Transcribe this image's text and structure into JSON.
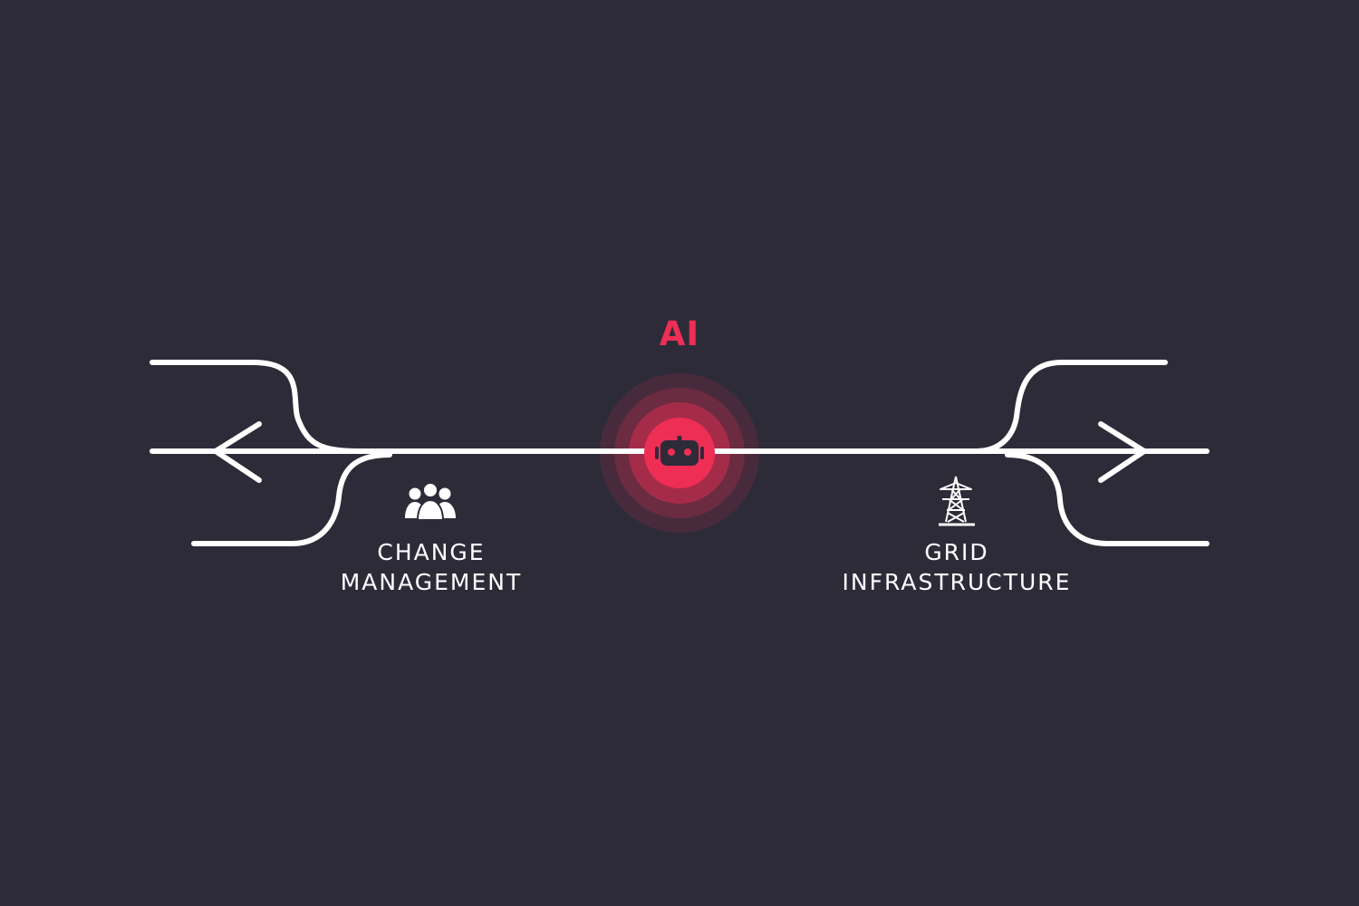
{
  "colors": {
    "background": "#2e2b39",
    "line": "#ffffff",
    "accent": "#ee2e55",
    "icon_fill": "#2e2b39"
  },
  "center": {
    "title": "AI",
    "icon": "robot-icon"
  },
  "left": {
    "icon": "people-group-icon",
    "label_lines": [
      "CHANGE",
      "MANAGEMENT"
    ],
    "arrow_direction": "left"
  },
  "right": {
    "icon": "power-transmission-tower-icon",
    "label_lines": [
      "GRID",
      "INFRASTRUCTURE"
    ],
    "arrow_direction": "right"
  }
}
